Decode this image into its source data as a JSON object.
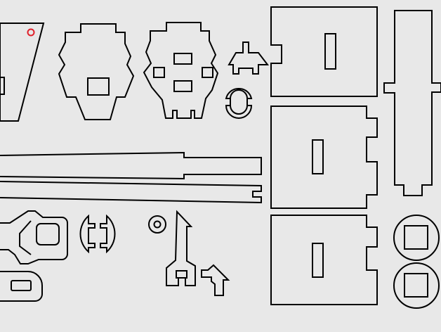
{
  "sheet": {
    "background_color": "#e8e8e8",
    "stroke_color": "#000000",
    "marker_color": "#e0202a"
  },
  "parts": [
    "trapezoid-panel",
    "crown-plate-left",
    "crown-plate-right",
    "small-cross-bracket",
    "round-clip",
    "wide-slotted-panel-top",
    "tall-strip",
    "wide-slotted-panel-middle",
    "wide-slotted-panel-bottom",
    "long-rail-upper",
    "long-rail-lower",
    "link-arm",
    "slotted-disc",
    "small-ring",
    "arrow-lever",
    "small-arrow-piece",
    "rounded-tab",
    "square-disc-upper",
    "square-disc-lower"
  ]
}
